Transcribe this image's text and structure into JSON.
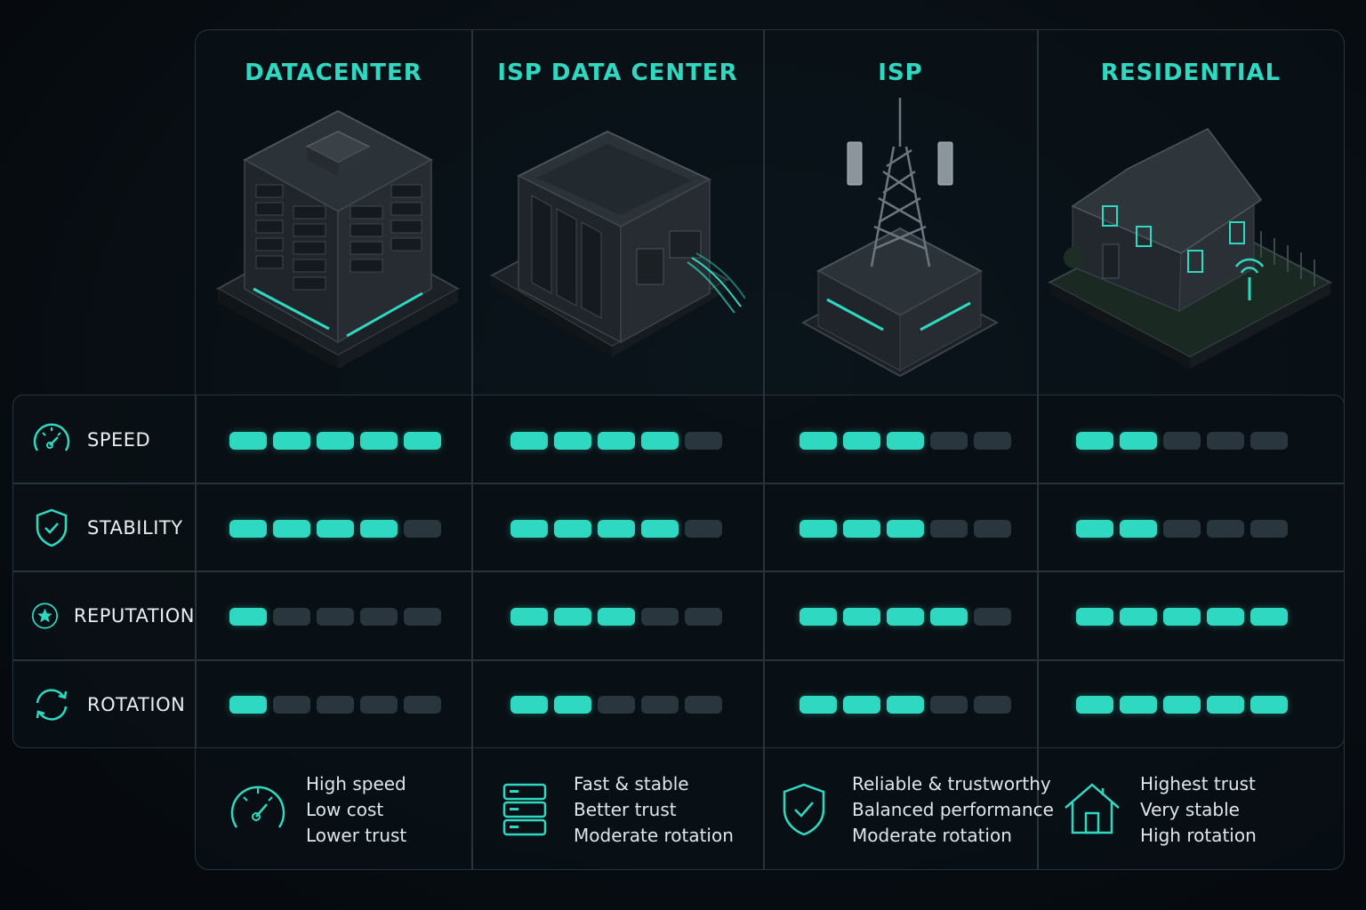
{
  "columns": [
    {
      "title": "DATACENTER",
      "speed": 5,
      "stability": 4,
      "reputation": 1,
      "rotation": 1,
      "summary_icon": "speedometer-icon",
      "summary": [
        "High speed",
        "Low cost",
        "Lower trust"
      ]
    },
    {
      "title": "ISP DATA CENTER",
      "speed": 4,
      "stability": 4,
      "reputation": 3,
      "rotation": 2,
      "summary_icon": "server-stack-icon",
      "summary": [
        "Fast & stable",
        "Better trust",
        "Moderate rotation"
      ]
    },
    {
      "title": "ISP",
      "speed": 3,
      "stability": 3,
      "reputation": 4,
      "rotation": 3,
      "summary_icon": "shield-check-icon",
      "summary": [
        "Reliable & trustworthy",
        "Balanced performance",
        "Moderate rotation"
      ]
    },
    {
      "title": "RESIDENTIAL",
      "speed": 2,
      "stability": 2,
      "reputation": 5,
      "rotation": 5,
      "summary_icon": "house-icon",
      "summary": [
        "Highest trust",
        "Very stable",
        "High rotation"
      ]
    }
  ],
  "metrics": [
    {
      "label": "SPEED",
      "icon": "speedometer-icon"
    },
    {
      "label": "STABILITY",
      "icon": "shield-check-icon"
    },
    {
      "label": "REPUTATION",
      "icon": "star-badge-icon"
    },
    {
      "label": "ROTATION",
      "icon": "rotation-arrows-icon"
    }
  ],
  "rating_max": 5,
  "colors": {
    "accent": "#2fd8c0",
    "off": "#2a363e",
    "border": "#27343c"
  }
}
